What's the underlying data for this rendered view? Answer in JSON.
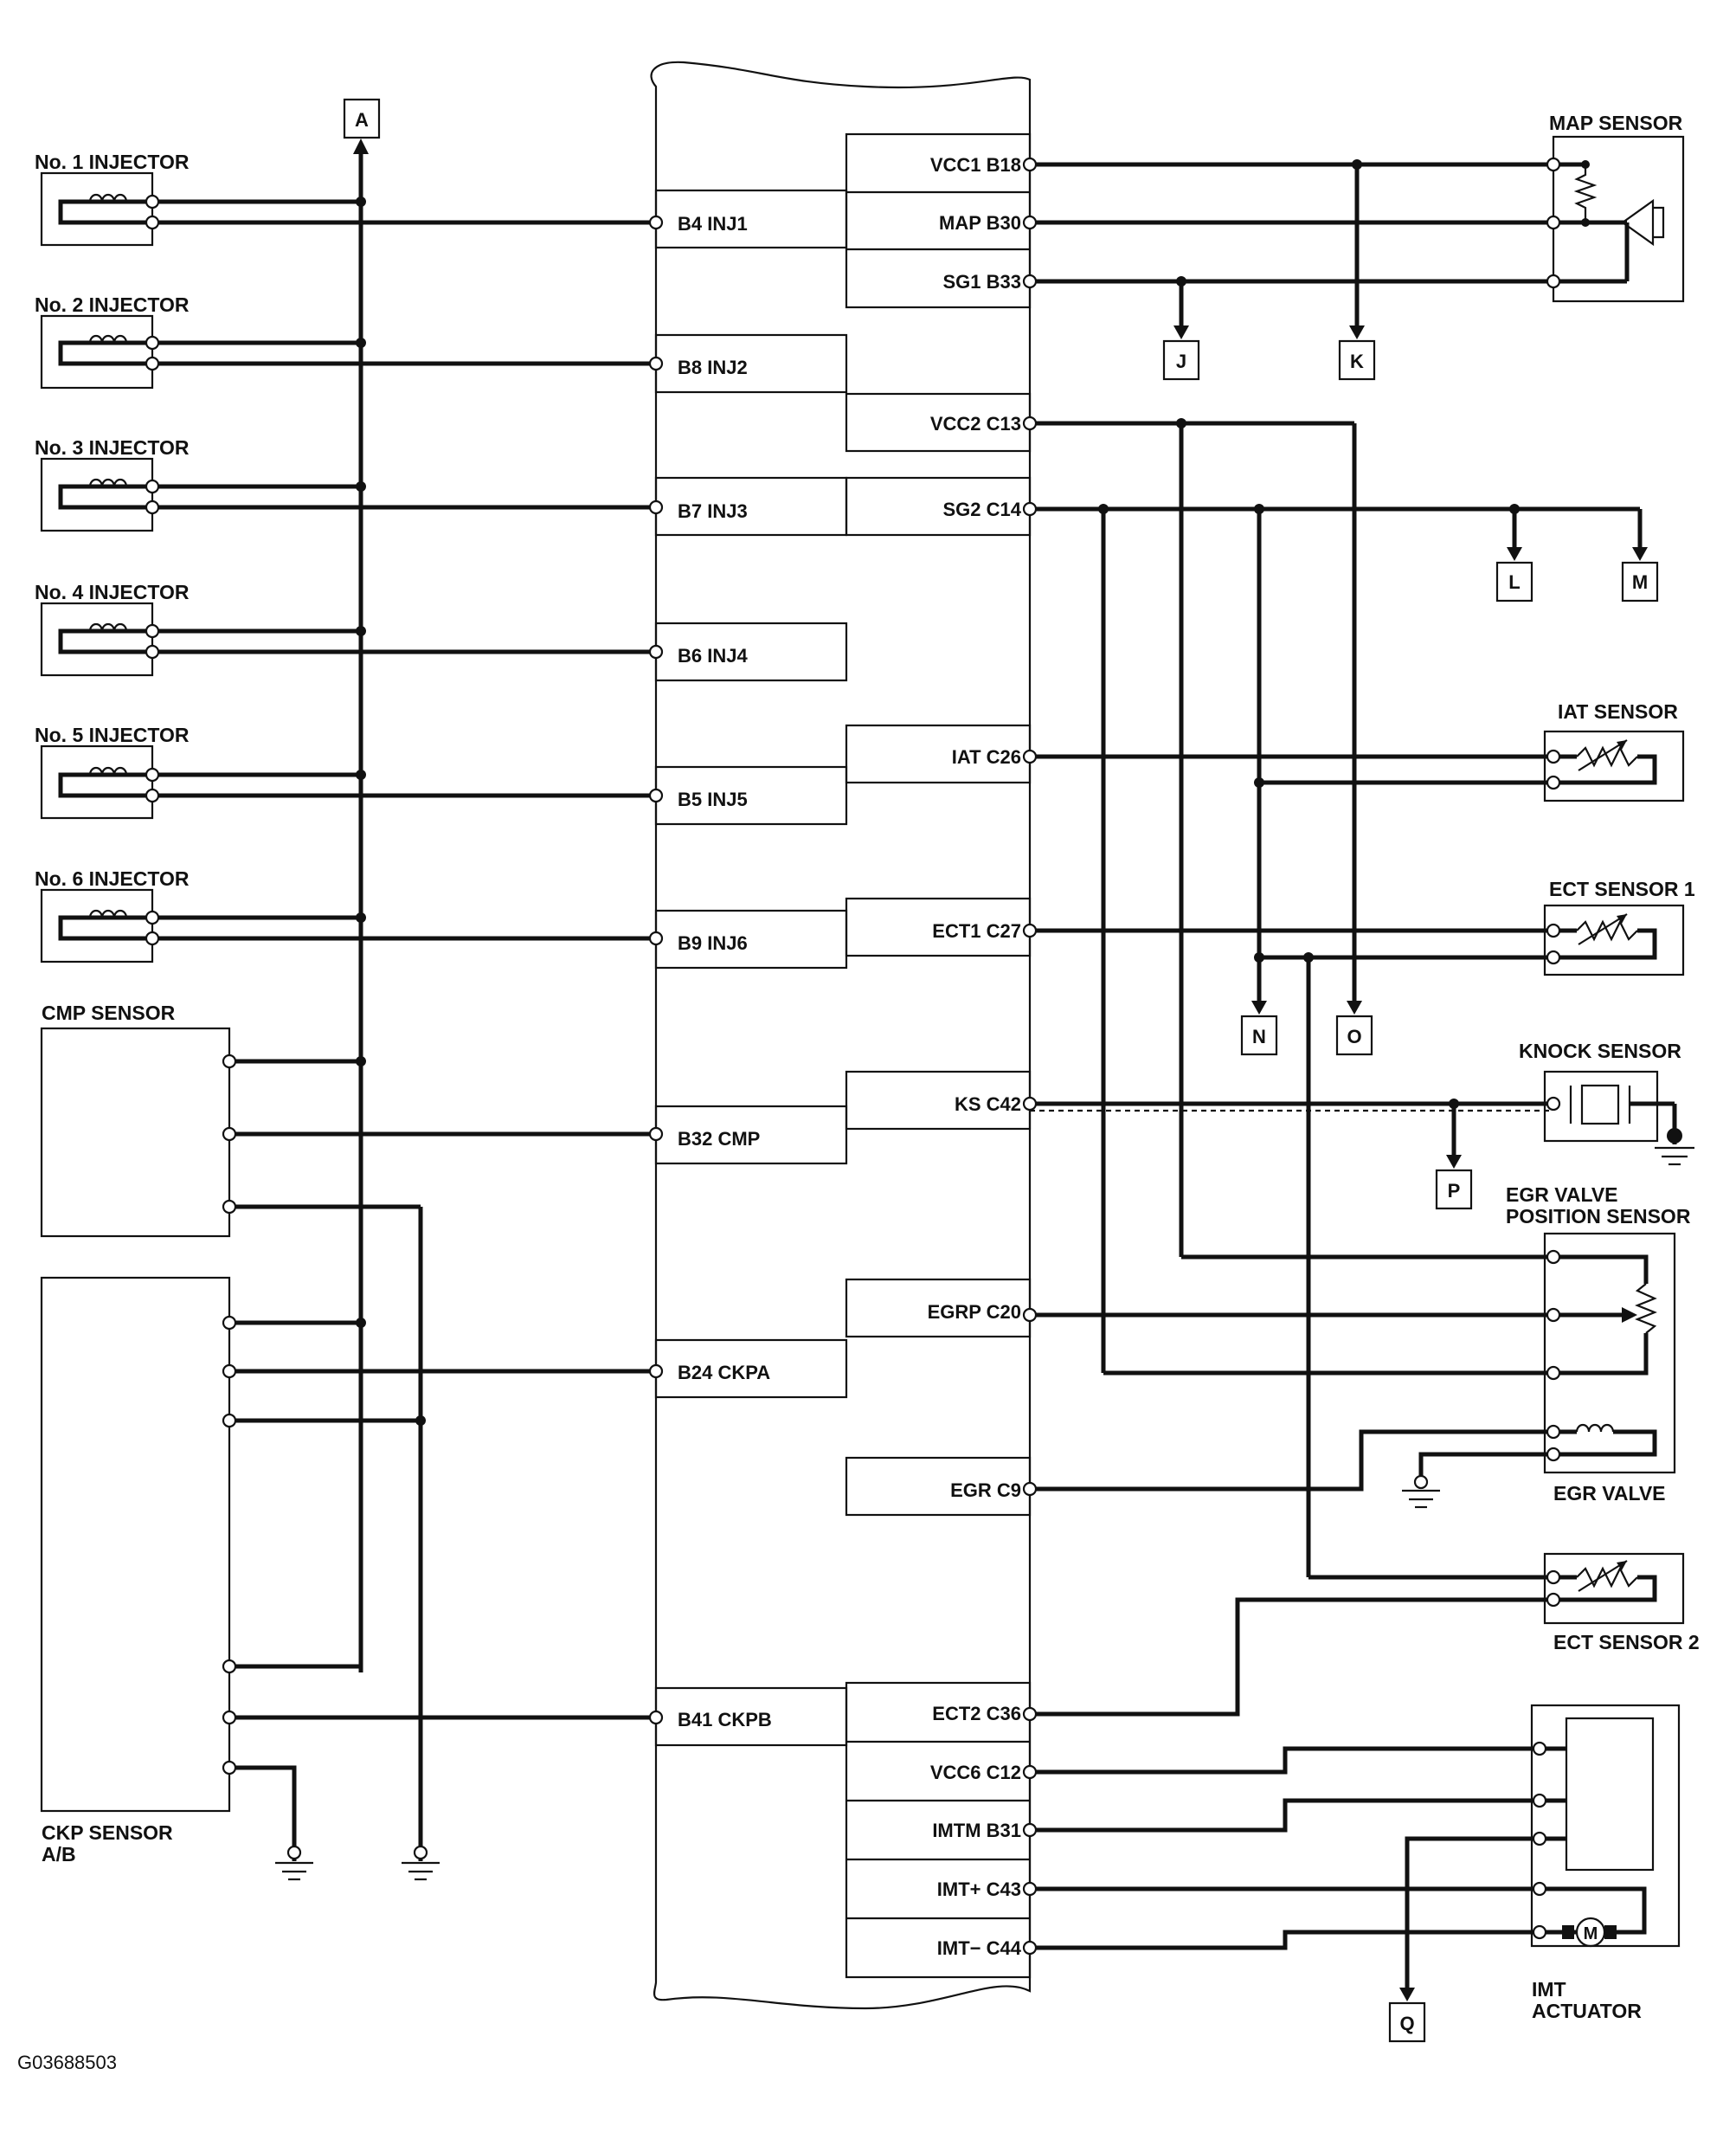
{
  "diagram": {
    "figure_id": "G03688503",
    "injectors": [
      {
        "label": "No. 1 INJECTOR",
        "terminal": "B4 INJ1"
      },
      {
        "label": "No. 2 INJECTOR",
        "terminal": "B8 INJ2"
      },
      {
        "label": "No. 3 INJECTOR",
        "terminal": "B7 INJ3"
      },
      {
        "label": "No. 4 INJECTOR",
        "terminal": "B6 INJ4"
      },
      {
        "label": "No. 5 INJECTOR",
        "terminal": "B5 INJ5"
      },
      {
        "label": "No. 6 INJECTOR",
        "terminal": "B9 INJ6"
      }
    ],
    "left_sensors": {
      "cmp": "CMP SENSOR",
      "ckp_line1": "CKP SENSOR",
      "ckp_line2": "A/B"
    },
    "left_terminals": {
      "cmp": "B32 CMP",
      "ckpa": "B24 CKPA",
      "ckpb": "B41 CKPB"
    },
    "right_terminals": [
      "VCC1 B18",
      "MAP B30",
      "SG1 B33",
      "VCC2 C13",
      "SG2 C14",
      "IAT C26",
      "ECT1 C27",
      "KS C42",
      "EGRP C20",
      "EGR C9",
      "ECT2 C36",
      "VCC6 C12",
      "IMTM B31",
      "IMT+ C43",
      "IMT− C44"
    ],
    "components": {
      "map": "MAP SENSOR",
      "iat": "IAT SENSOR",
      "ect1": "ECT SENSOR 1",
      "knock": "KNOCK SENSOR",
      "egr_pos_line1": "EGR VALVE",
      "egr_pos_line2": "POSITION SENSOR",
      "egr_valve": "EGR VALVE",
      "ect2": "ECT SENSOR 2",
      "imt_line1": "IMT",
      "imt_line2": "ACTUATOR",
      "motor": "M"
    },
    "connectors": {
      "A": "A",
      "J": "J",
      "K": "K",
      "L": "L",
      "M": "M",
      "N": "N",
      "O": "O",
      "P": "P",
      "Q": "Q"
    }
  }
}
